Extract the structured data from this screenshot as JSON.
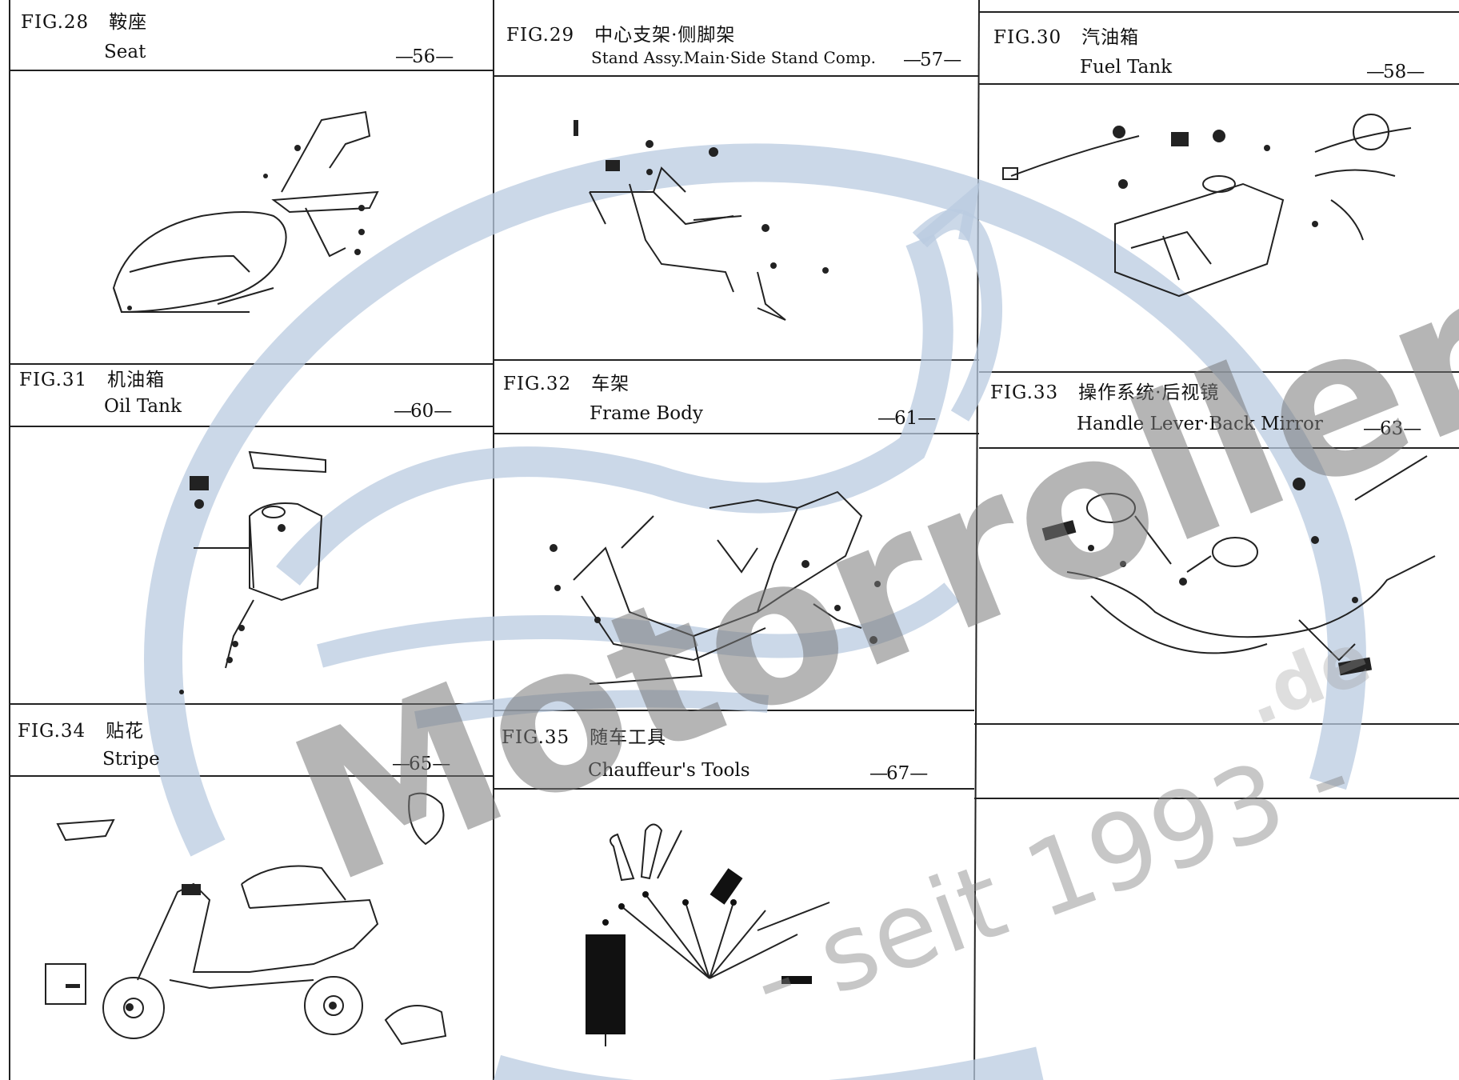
{
  "figures": [
    {
      "fig": "FIG.28",
      "cn": "鞍座",
      "en": "Seat",
      "page": "56"
    },
    {
      "fig": "FIG.29",
      "cn": "中心支架·侧脚架",
      "en": "Stand Assy.Main·Side Stand Comp.",
      "page": "57"
    },
    {
      "fig": "FIG.30",
      "cn": "汽油箱",
      "en": "Fuel Tank",
      "page": "58"
    },
    {
      "fig": "FIG.31",
      "cn": "机油箱",
      "en": "Oil Tank",
      "page": "60"
    },
    {
      "fig": "FIG.32",
      "cn": "车架",
      "en": "Frame Body",
      "page": "61"
    },
    {
      "fig": "FIG.33",
      "cn": "操作系统·后视镜",
      "en": "Handle Lever·Back Mirror",
      "page": "63"
    },
    {
      "fig": "FIG.34",
      "cn": "贴花",
      "en": "Stripe",
      "page": "65"
    },
    {
      "fig": "FIG.35",
      "cn": "随车工具",
      "en": "Chauffeur's Tools",
      "page": "67"
    }
  ],
  "watermark": {
    "brand": "Motorroller",
    "tld": ".de",
    "tagline": "- seit 1993 -",
    "ring_color": "#b9cbe0"
  },
  "colors": {
    "line": "#222222",
    "paper": "#ffffff"
  }
}
